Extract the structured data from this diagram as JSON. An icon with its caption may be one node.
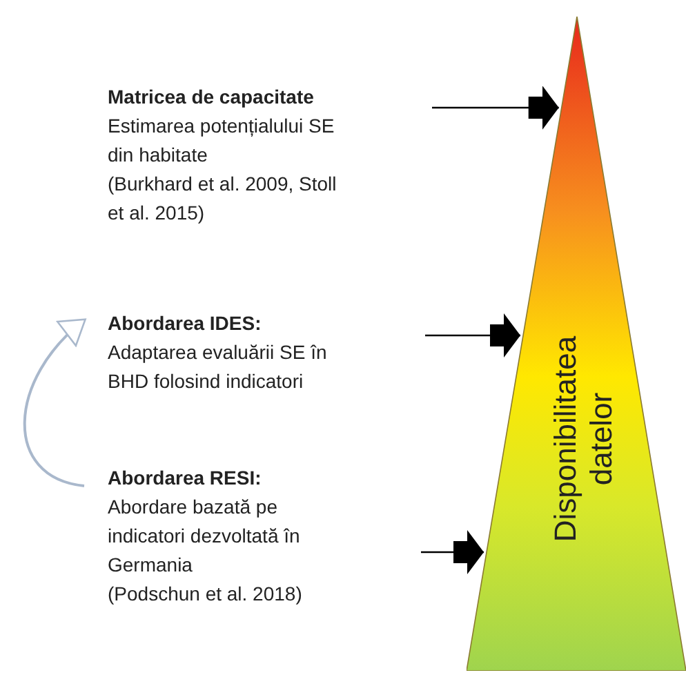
{
  "diagram": {
    "nodes": [
      {
        "text": [
          "Matricea de capacitate",
          "Estimarea potențialului SE din habitate",
          "(Burkhard et al. 2009, Stoll et al. 2015)"
        ]
      },
      {
        "text": [
          "Abordarea IDES:",
          "Adaptarea evaluării SE în BHD folosind indicatori"
        ]
      },
      {
        "text": [
          "Abordarea RESI:",
          "Abordare bazată pe indicatori dezvoltată în Germania",
          "(Podschun et al. 2018)"
        ]
      },
      {
        "text": [
          "Disponibilitatea datelor"
        ]
      }
    ],
    "edges": [
      {
        "from": null,
        "to": 3,
        "arrow": "to"
      },
      {
        "from": null,
        "to": 3,
        "arrow": "to"
      },
      {
        "from": null,
        "to": 3,
        "arrow": "to"
      },
      {
        "from": 2,
        "to": 1,
        "arrow": "to",
        "color": "#a9b8cc"
      }
    ]
  }
}
